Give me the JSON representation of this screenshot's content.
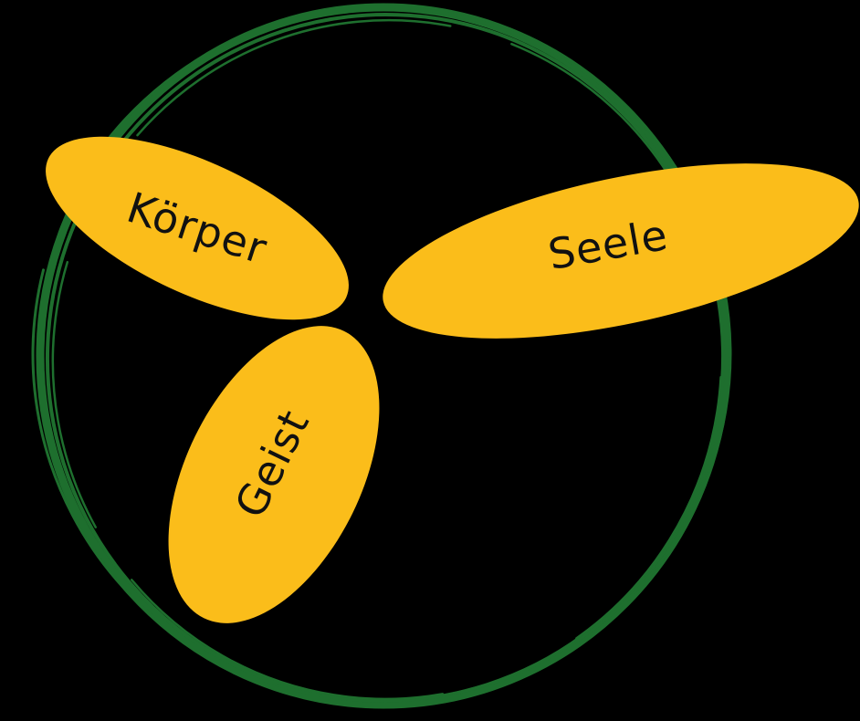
{
  "diagram": {
    "colors": {
      "background": "#000000",
      "ring": "#1e6f2e",
      "petal": "#fbbd1a",
      "label": "#111111"
    },
    "petals": [
      {
        "id": "koerper",
        "label": "Körper"
      },
      {
        "id": "seele",
        "label": "Seele"
      },
      {
        "id": "geist",
        "label": "Geist"
      }
    ]
  }
}
